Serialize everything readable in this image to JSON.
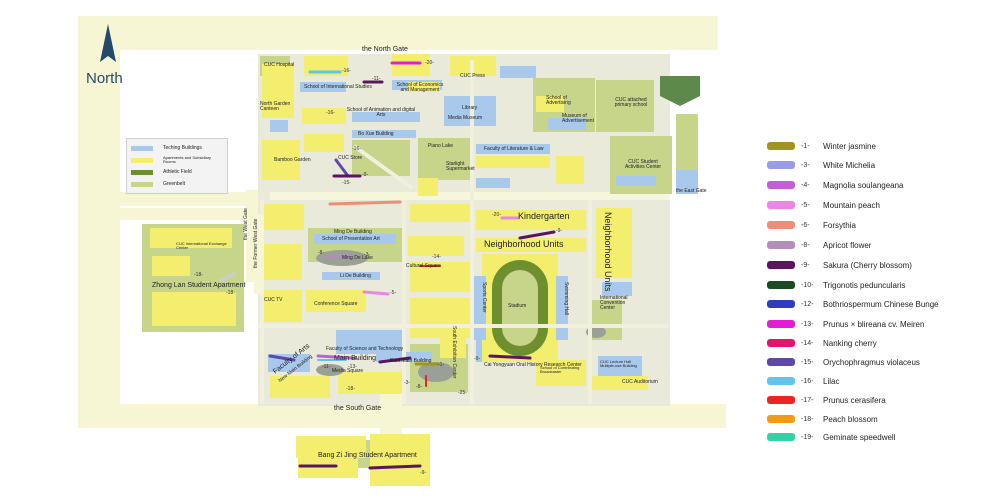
{
  "compass": {
    "label": "North"
  },
  "key": [
    {
      "label": "Teching Buildings",
      "color": "#a8c8ec"
    },
    {
      "label": "Apartments and Subsidiary Rooms",
      "color": "#f4ee6e"
    },
    {
      "label": "Athletic Field",
      "color": "#6e8f2e"
    },
    {
      "label": "Greenbelt",
      "color": "#c6d58a"
    }
  ],
  "gates": {
    "north": "the North Gate",
    "south": "the South Gate",
    "west": "the West Gate",
    "east_west": "the Former West Gate",
    "east": "the East Gate"
  },
  "places": {
    "cuc_hospital": "CUC Hospital",
    "intl_studies": "School of International Studies",
    "north_garden": "North Garden Canteen",
    "animation": "School of Animation and digital Arts",
    "economics": "School of Economics and Management",
    "cuc_press": "CUC Press",
    "library": "Library",
    "media_museum": "Media Museum",
    "advertising": "School of Advertising",
    "museum_ad": "Museum of Advertisement",
    "primary_school": "CUC attached primary school",
    "bo_xue": "Bo Xue Building",
    "bamboo": "Bamboo Garden",
    "cuc_store": "CUC Store",
    "piano_lake": "Piano Lake",
    "starlight": "Starlight Supermarket",
    "lit_law": "Faculty of Literature & Law",
    "activities": "CUC Student Activities Center",
    "kindergarten": "Kindergarten",
    "neighborhood": "Neighborhood Units",
    "neighborhood_v": "Neighborhood Units",
    "ming_de": "Ming De Building",
    "presentation": "School of Presentation Art",
    "ming_de_lake": "Ming De Lake",
    "li_de": "Li De Building",
    "cultural": "Cultural Square",
    "zhong_lan": "Zhong Lan Student Apartment",
    "intl_exchange": "CUC International Exchange Center",
    "cuc_tv": "CUC TV",
    "conference": "Conference Square",
    "stadium": "Stadium",
    "sports": "Sports Center",
    "swimming": "Swimming Hall",
    "intl_conv": "International Convention Center",
    "science_tech": "Faculty of Science and Technology",
    "main_building": "Main Building",
    "arts": "Faculty of Arts",
    "new_main": "New Main Building",
    "east_main": "East Main Building",
    "media_square": "Media Square",
    "south_exhibit": "South Exhibition Center",
    "cai_yongyuan": "Cai Yongyuan Oral History Research Center",
    "sculpture": "School of Contributing Broadcaster",
    "lecture_hall": "CUC Lecture Hall Multiple-use Building",
    "cuc_auditorium": "CUC Auditorium",
    "bang_zi_jing": "Bang Zi Jing Student Apartment"
  },
  "markers": [
    "-16-",
    "-20-",
    "-11-",
    "-16-",
    "-16-",
    "-9-",
    "-15-",
    "-18-",
    "-14-",
    "-5-",
    "-3-",
    "-9-",
    "-20-",
    "-1-",
    "-4-",
    "-8-",
    "-18-",
    "-18-",
    "-11-",
    "-13-",
    "-8-",
    "-3-",
    "-9-",
    "-25-",
    "-9-"
  ],
  "legend": [
    {
      "num": "-1-",
      "name": "Winter jasmine",
      "color": "#a39422"
    },
    {
      "num": "-3-",
      "name": "White Michelia",
      "color": "#9a9ce8"
    },
    {
      "num": "-4-",
      "name": "Magnolia soulangeana",
      "color": "#c25fd8"
    },
    {
      "num": "-5-",
      "name": "Mountain peach",
      "color": "#ea86e3"
    },
    {
      "num": "-6-",
      "name": "Forsythia",
      "color": "#ec8f76"
    },
    {
      "num": "-8-",
      "name": "Apricot flower",
      "color": "#b58cbc"
    },
    {
      "num": "-9-",
      "name": "Sakura (Cherry blossom)",
      "color": "#5b1560"
    },
    {
      "num": "-10-",
      "name": "Trigonotis peduncularis",
      "color": "#1c4a22"
    },
    {
      "num": "-12-",
      "name": "Bothriospermum Chinese Bunge",
      "color": "#2f3cc0"
    },
    {
      "num": "-13-",
      "name": "Prunus × blireana cv. Meiren",
      "color": "#e21ed2"
    },
    {
      "num": "-14-",
      "name": "Nanking cherry",
      "color": "#e3156a"
    },
    {
      "num": "-15-",
      "name": "Orychophragmus violaceus",
      "color": "#5e4aa6"
    },
    {
      "num": "-16-",
      "name": "Lilac",
      "color": "#61c5ea"
    },
    {
      "num": "-17-",
      "name": "Prunus cerasifera",
      "color": "#ee2422"
    },
    {
      "num": "-18-",
      "name": "Peach blossom",
      "color": "#f39c12"
    },
    {
      "num": "-19-",
      "name": "Geminate speedwell",
      "color": "#33d1a8"
    }
  ]
}
